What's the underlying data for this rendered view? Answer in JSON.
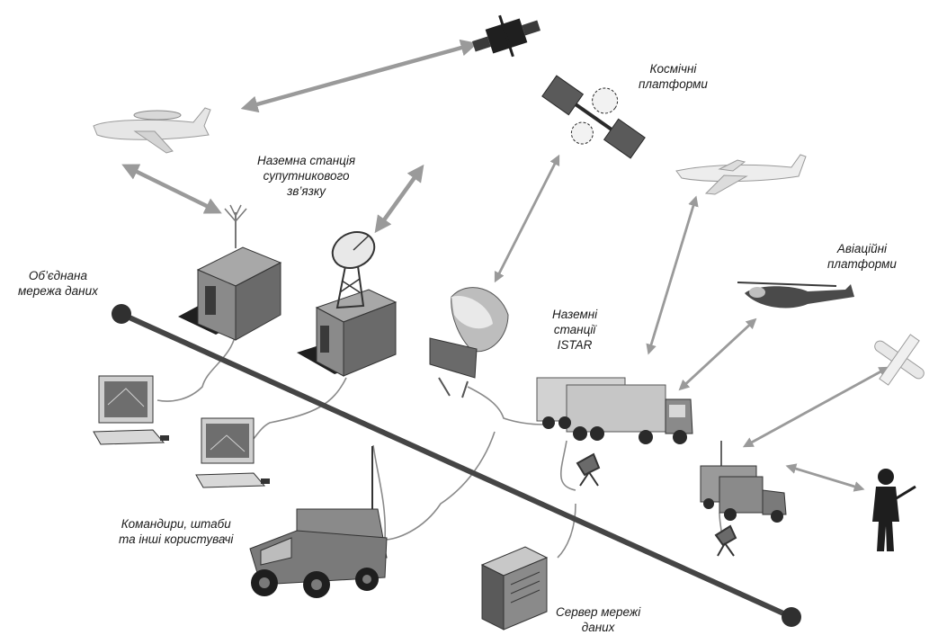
{
  "labels": {
    "unified_network": [
      "Об’єднана",
      "мережа даних"
    ],
    "satcom_ground_station": [
      "Наземна станція",
      "супутникового",
      "зв’язку"
    ],
    "space_platforms": [
      "Космічні",
      "платформи"
    ],
    "air_platforms": [
      "Авіаційні",
      "платформи"
    ],
    "istar_ground_stations": [
      "Наземні",
      "станції",
      "ISTAR"
    ],
    "commanders": [
      "Командири, штаби",
      "та інші користувачі"
    ],
    "data_server": [
      "Сервер мережі",
      "даних"
    ]
  },
  "colors": {
    "backbone": "#454545",
    "arrow": "#9a9a9a",
    "cable": "#8a8a8a",
    "equipment_dark": "#2e2e2e",
    "equipment_mid": "#6b6b6b",
    "equipment_light": "#b5b5b5"
  },
  "icons": [
    "satellite-icon",
    "awacs-aircraft-icon",
    "space-station-icon",
    "transport-aircraft-icon",
    "helicopter-icon",
    "uav-icon",
    "soldier-icon",
    "shelter-antenna-icon",
    "satcom-dish-shelter-icon",
    "radar-dish-icon",
    "istar-trucks-icon",
    "humvee-icon",
    "server-icon",
    "computer-icon",
    "mobile-station-icon"
  ]
}
